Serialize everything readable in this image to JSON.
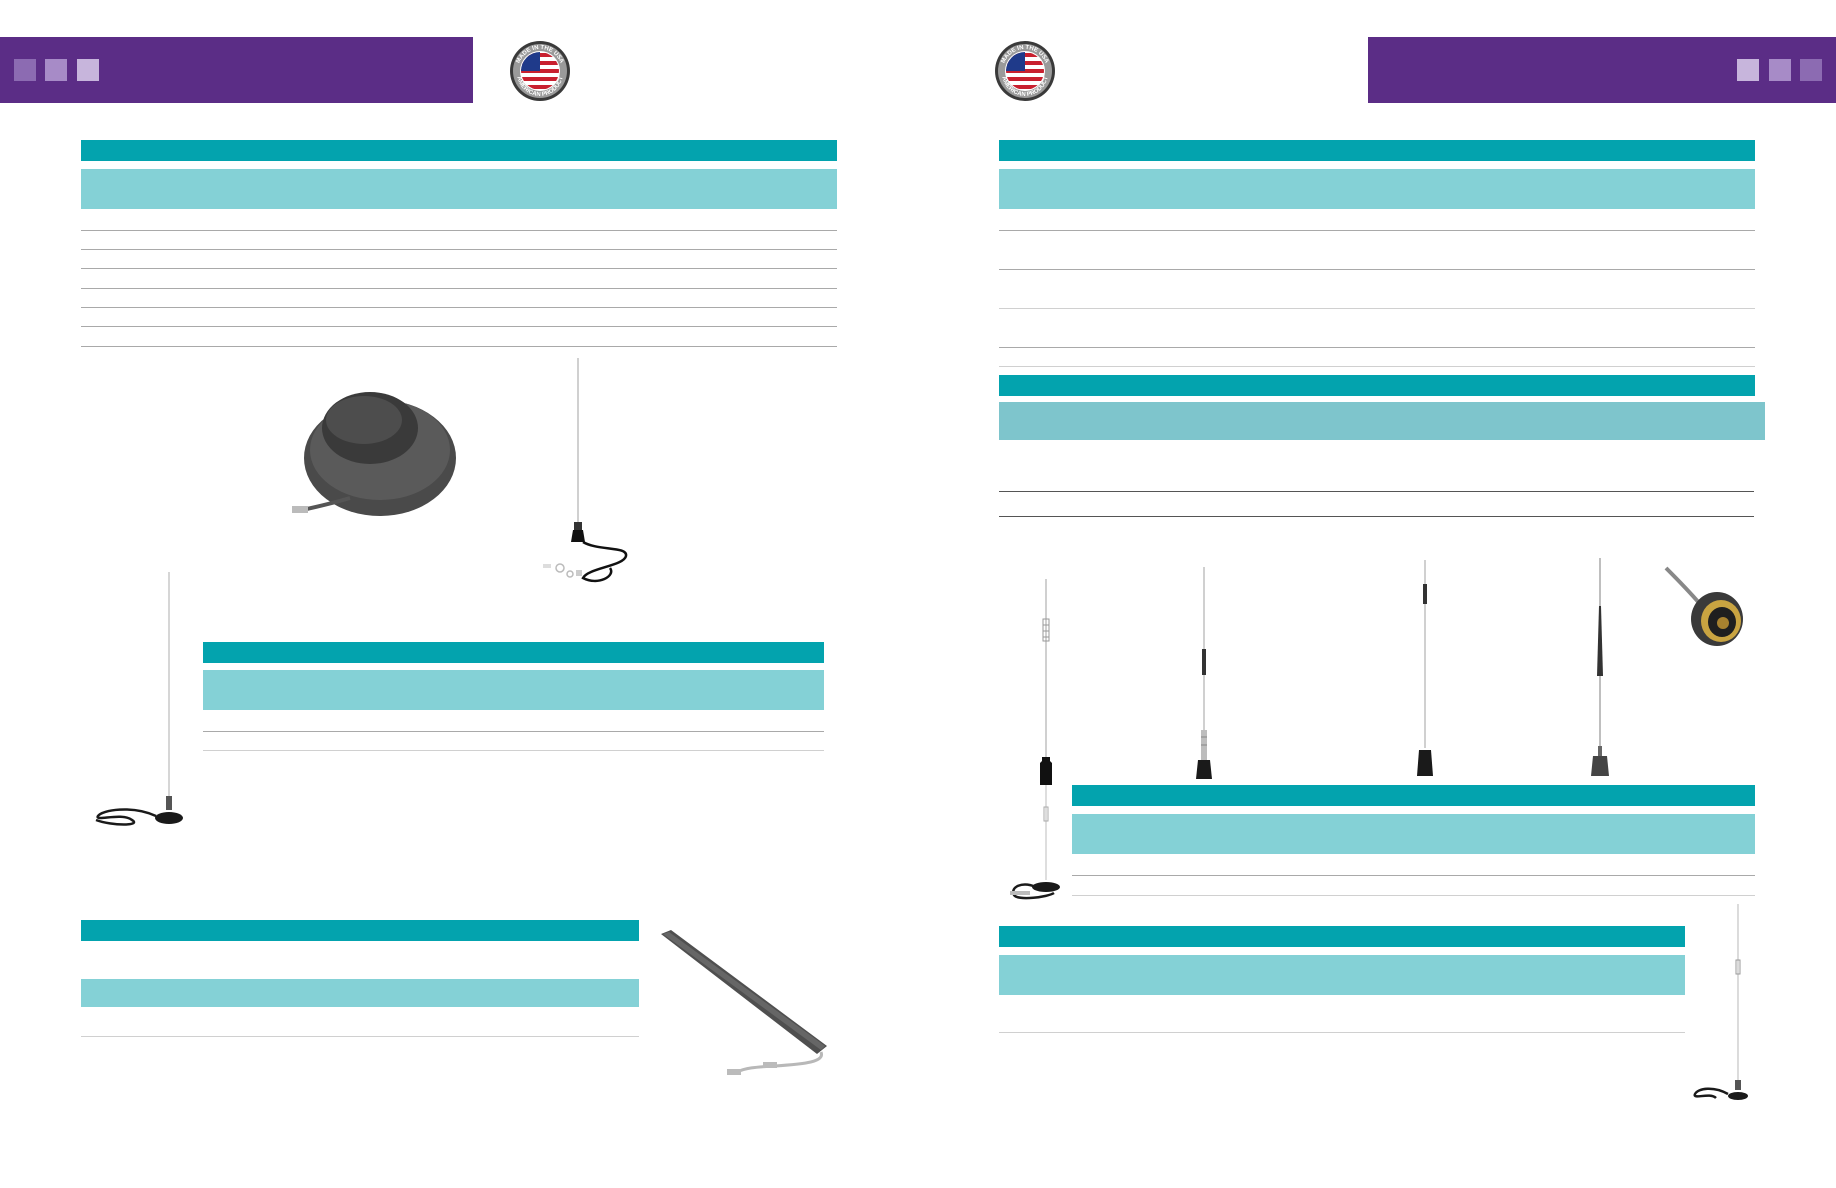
{
  "colors": {
    "purple": "#5b2d86",
    "square_1": "#8c6bb2",
    "square_2": "#a78bc7",
    "square_3": "#c7b5dc",
    "teal": "#03a3ae",
    "light_teal": "#84d1d6",
    "rule": "#a9a9a9",
    "rule_dark": "#555555"
  },
  "badge": {
    "top_text": "MADE IN THE USA",
    "bottom_text": "AMERICAN PRODUCT"
  },
  "icons": {
    "badge": "made-in-usa-seal",
    "products": [
      "low-profile-dome-antenna",
      "whip-antenna-with-mount-kit",
      "magnetic-mount-whip-antenna",
      "flat-blade-antenna",
      "loaded-whip-antenna",
      "coil-whip-antenna",
      "tapered-whip-antenna",
      "nmo-mount-connector"
    ]
  }
}
